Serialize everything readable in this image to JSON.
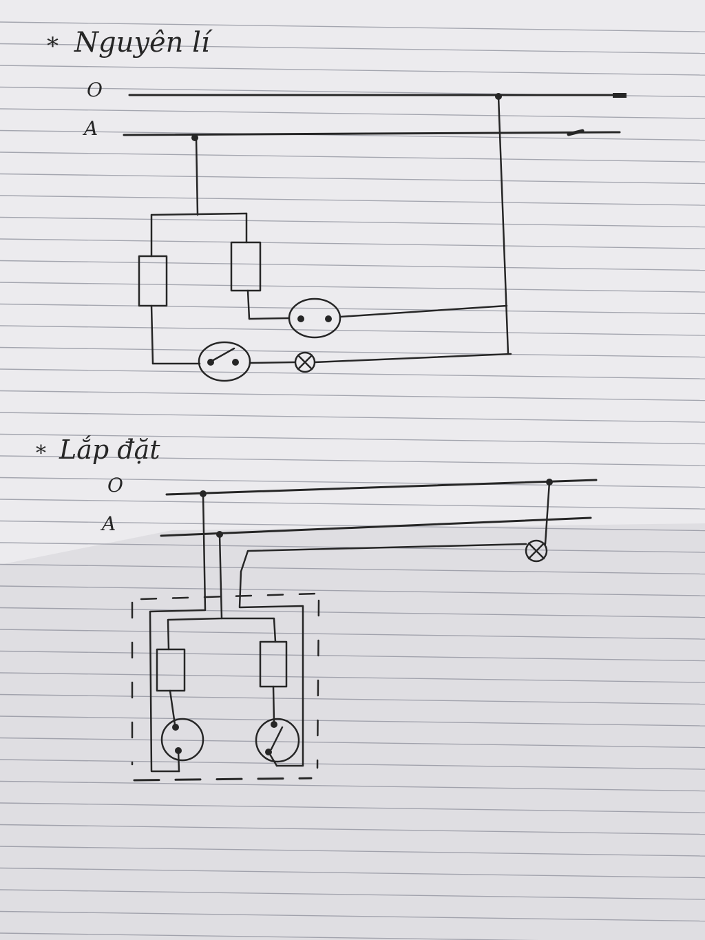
{
  "section_schematic": {
    "heading": "Nguyên lí",
    "bullet": "*",
    "wire_neutral_label": "O",
    "wire_phase_label": "A"
  },
  "section_installation": {
    "heading": "Lắp đặt",
    "bullet": "*",
    "wire_neutral_label": "O",
    "wire_phase_label": "A"
  },
  "colors": {
    "ink": "#262626",
    "paper": "#e9e7ea",
    "ruled_line": "#8d8f9b",
    "shadow": "#cfcdd0"
  },
  "icons": [
    "fuse-icon",
    "socket-icon",
    "switch-icon",
    "lamp-icon"
  ]
}
